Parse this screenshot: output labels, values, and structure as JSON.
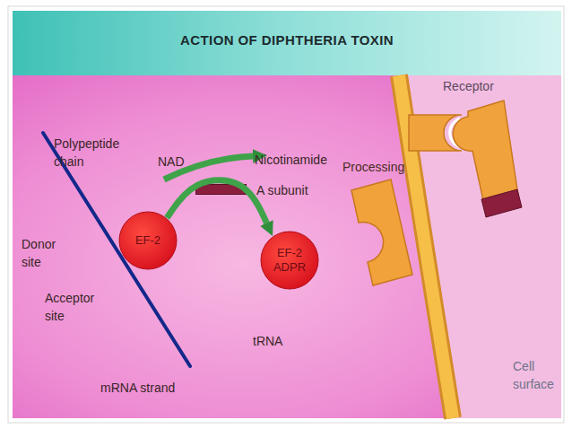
{
  "diagram": {
    "title": "ACTION OF DIPHTHERIA TOXIN",
    "nodes": [
      {
        "text": [
          "A subunit"
        ]
      },
      {
        "text": [
          "EF-2"
        ]
      },
      {
        "text": [
          "EF-2 ADPR"
        ]
      }
    ],
    "edges": [
      {
        "from": 1,
        "to": 2,
        "arrow": "to"
      }
    ],
    "labels": [
      "Receptor",
      "Polypeptide chain",
      "NAD",
      "Nicotinamide",
      "Processing",
      "Donor site",
      "Acceptor site",
      "tRNA",
      "Cell surface",
      "mRNA strand"
    ]
  }
}
